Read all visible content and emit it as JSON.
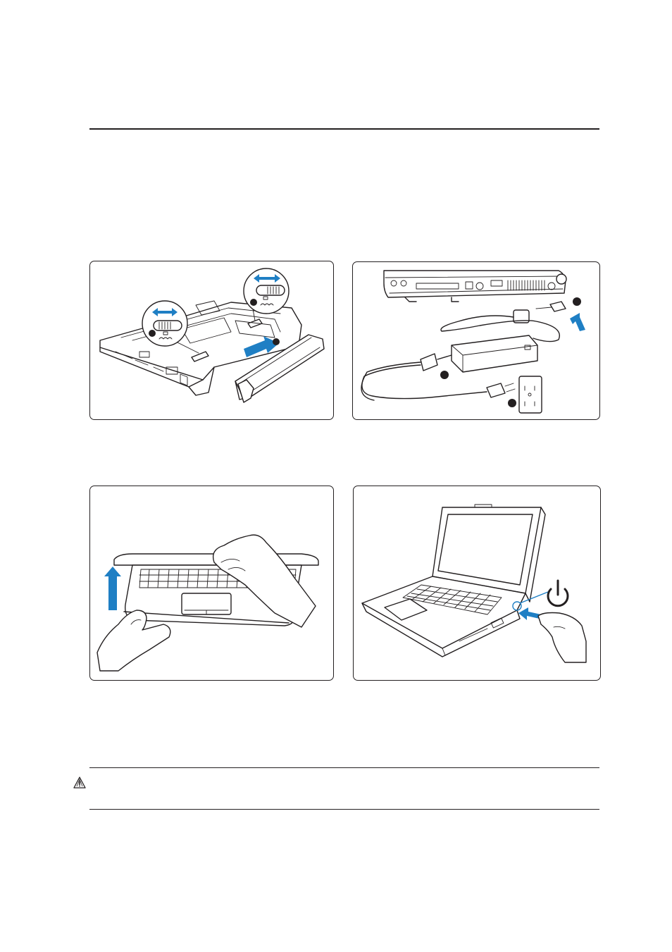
{
  "page": {
    "background": "#ffffff",
    "ink_color": "#231f20",
    "accent_color": "#1f7fc4"
  },
  "figures": [
    {
      "id": "install-battery",
      "icon": "battery-slide-icon"
    },
    {
      "id": "connect-ac-adapter",
      "icon": "power-adapter-icon"
    },
    {
      "id": "open-display",
      "icon": "lift-arrow-icon"
    },
    {
      "id": "power-on",
      "icon": "power-button-icon"
    }
  ],
  "note": {
    "icon": "warning-triangle-icon"
  }
}
